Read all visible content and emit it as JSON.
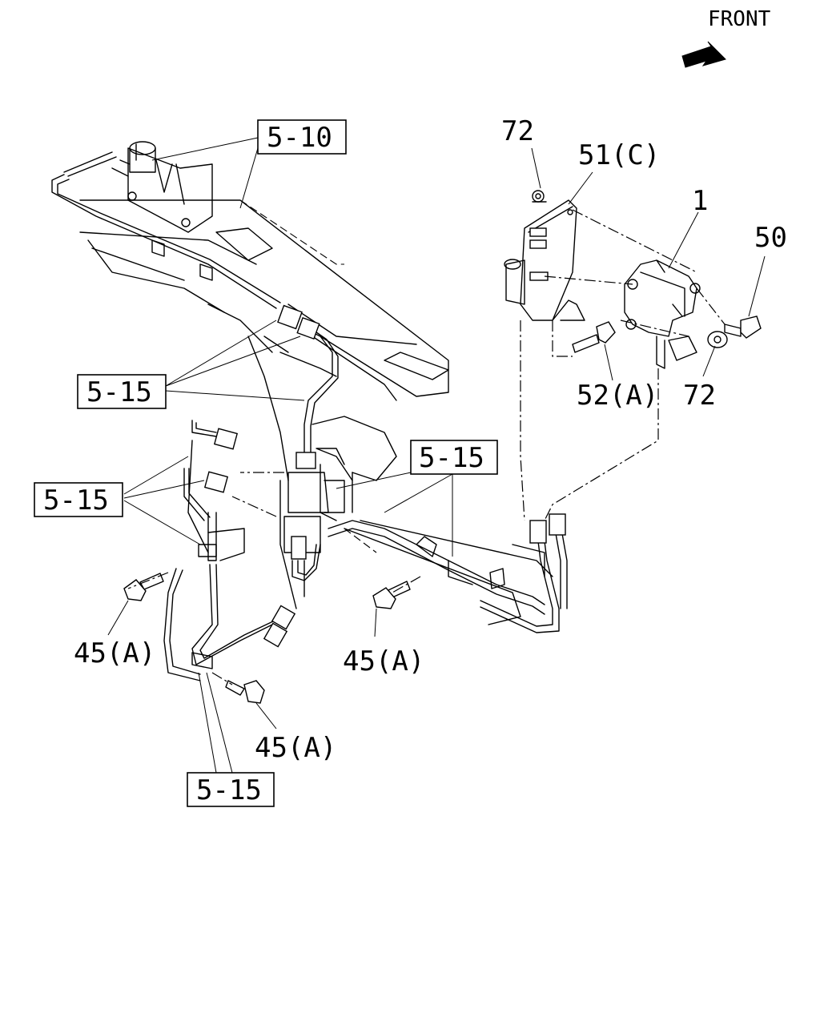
{
  "front_label": "FRONT",
  "refs": {
    "r1": "5-10",
    "r2": "5-15",
    "r3": "5-15",
    "r4": "5-15",
    "r5": "5-15"
  },
  "parts": {
    "p72_top": "72",
    "p51c": "51(C)",
    "p1": "1",
    "p50": "50",
    "p52a": "52(A)",
    "p72_bot": "72",
    "p45a_left": "45(A)",
    "p45a_mid": "45(A)",
    "p45a_low": "45(A)"
  }
}
